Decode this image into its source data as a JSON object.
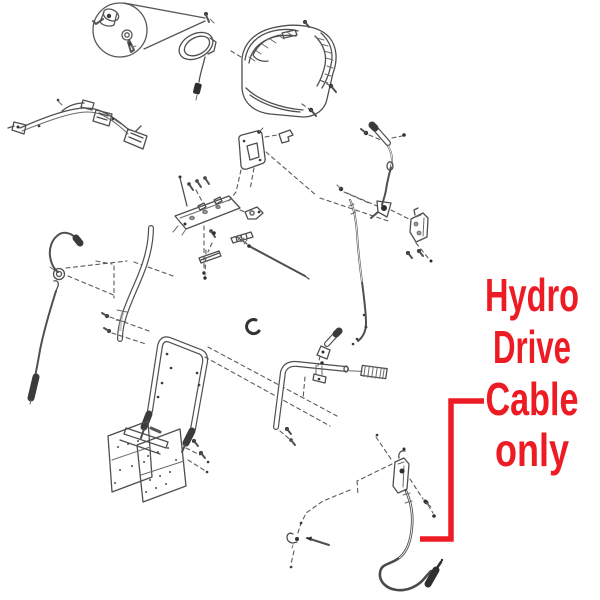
{
  "annotation": {
    "lines": [
      "Hydro",
      "Drive",
      "Cable",
      "only"
    ],
    "color": "#ed1c24"
  },
  "diagram": {
    "background": "#ffffff",
    "line_color": "#4f4f4f"
  }
}
